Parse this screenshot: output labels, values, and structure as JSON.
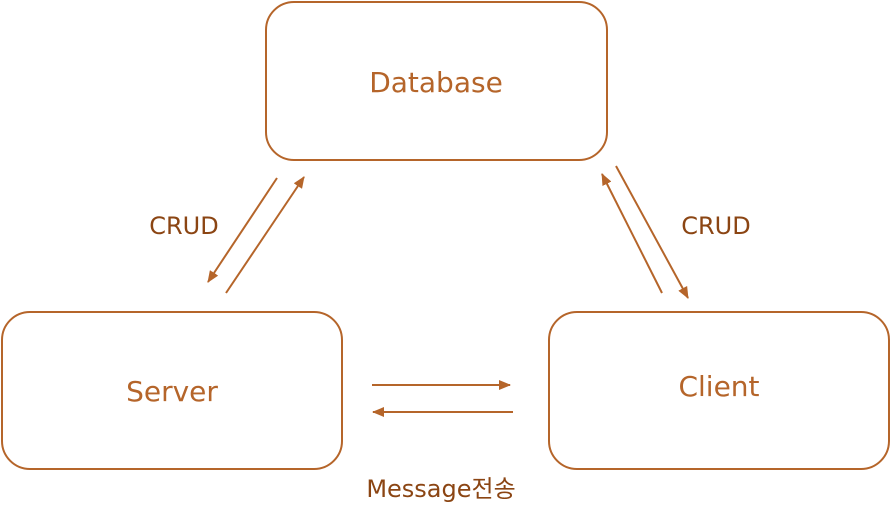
{
  "diagram": {
    "colors": {
      "stroke": "#B5652A",
      "text": "#B5652A",
      "edge_text": "#8B4513",
      "background": "#FFFFFF"
    },
    "nodes": {
      "database": {
        "label": "Database"
      },
      "server": {
        "label": "Server"
      },
      "client": {
        "label": "Client"
      }
    },
    "edges": {
      "server_database": {
        "label": "CRUD"
      },
      "client_database": {
        "label": "CRUD"
      },
      "server_client": {
        "label": "Message전송"
      }
    }
  }
}
